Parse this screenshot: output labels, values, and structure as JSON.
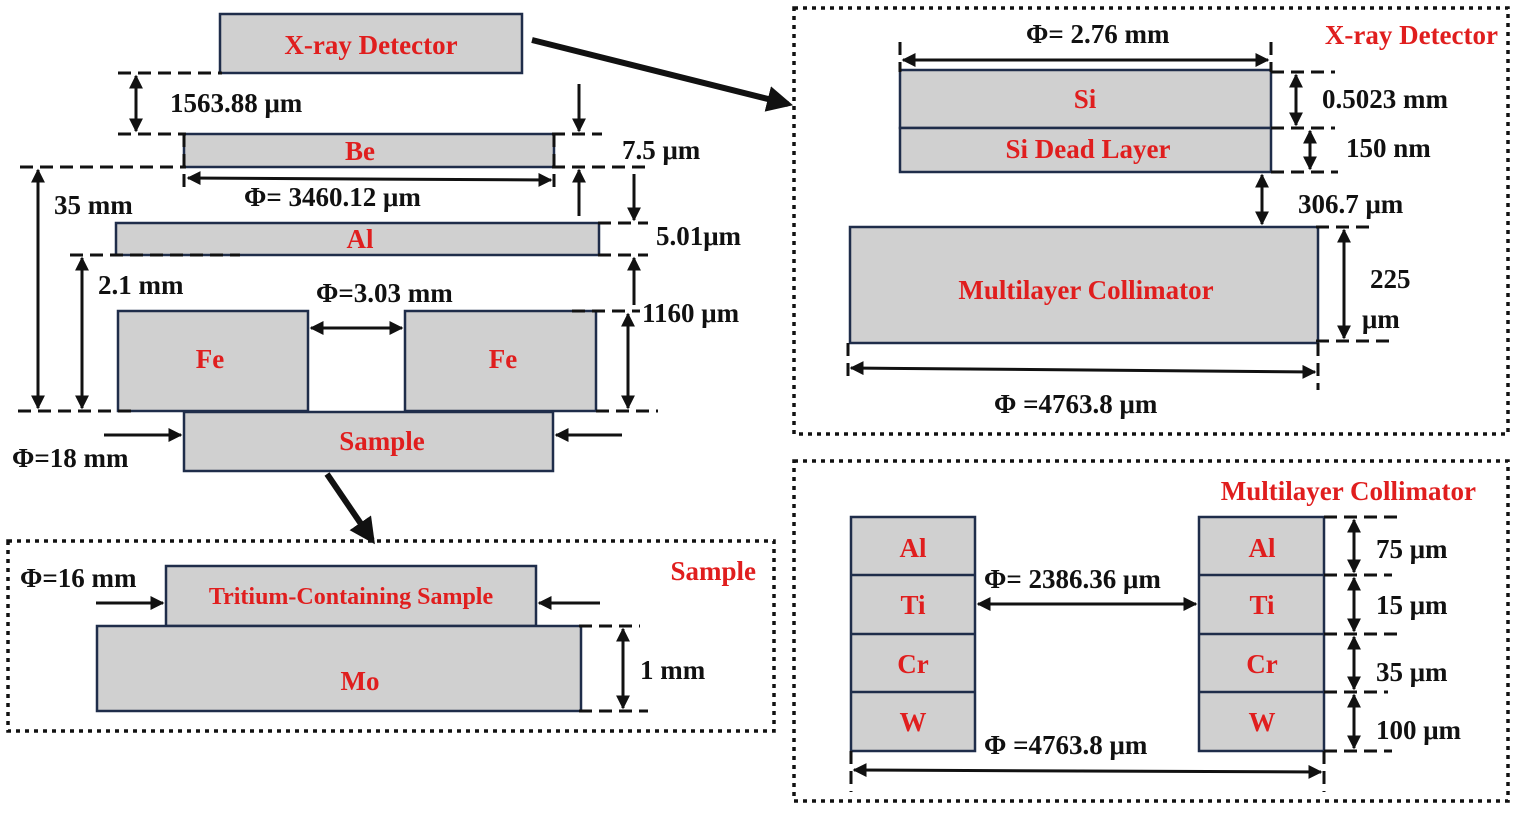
{
  "main": {
    "boxes": {
      "xray_detector": "X-ray Detector",
      "be": "Be",
      "al": "Al",
      "fe_left": "Fe",
      "fe_right": "Fe",
      "sample": "Sample"
    },
    "dimensions": {
      "detector_gap": "1563.88 μm",
      "be_thickness": "7.5 μm",
      "be_diameter": "Φ= 3460.12 μm",
      "height_35": "35 mm",
      "al_thickness": "5.01μm",
      "height_2_1": "2.1 mm",
      "fe_gap": "Φ=3.03 mm",
      "al_fe_gap": "1160 μm",
      "sample_diameter": "Φ=18 mm"
    }
  },
  "detector_inset": {
    "title": "X-ray Detector",
    "layers": {
      "si": "Si",
      "dead_layer": "Si Dead Layer",
      "collimator": "Multilayer Collimator"
    },
    "dimensions": {
      "si_diameter": "Φ= 2.76 mm",
      "si_thickness": "0.5023 mm",
      "dead_layer_thickness": "150 nm",
      "gap": "306.7 μm",
      "collimator_height_value": "225",
      "collimator_height_unit": "μm",
      "collimator_diameter": "Φ =4763.8 μm"
    }
  },
  "collimator_inset": {
    "title": "Multilayer Collimator",
    "left_layers": [
      "Al",
      "Ti",
      "Cr",
      "W"
    ],
    "right_layers": [
      "Al",
      "Ti",
      "Cr",
      "W"
    ],
    "thicknesses": [
      "75 μm",
      "15 μm",
      "35 μm",
      "100 μm"
    ],
    "inner_diameter": "Φ= 2386.36 μm",
    "outer_diameter": "Φ =4763.8 μm"
  },
  "sample_inset": {
    "title": "Sample",
    "layers": {
      "tritium": "Tritium-Containing Sample",
      "substrate": "Mo"
    },
    "dimensions": {
      "diameter": "Φ=16 mm",
      "substrate_thickness": "1 mm"
    }
  }
}
